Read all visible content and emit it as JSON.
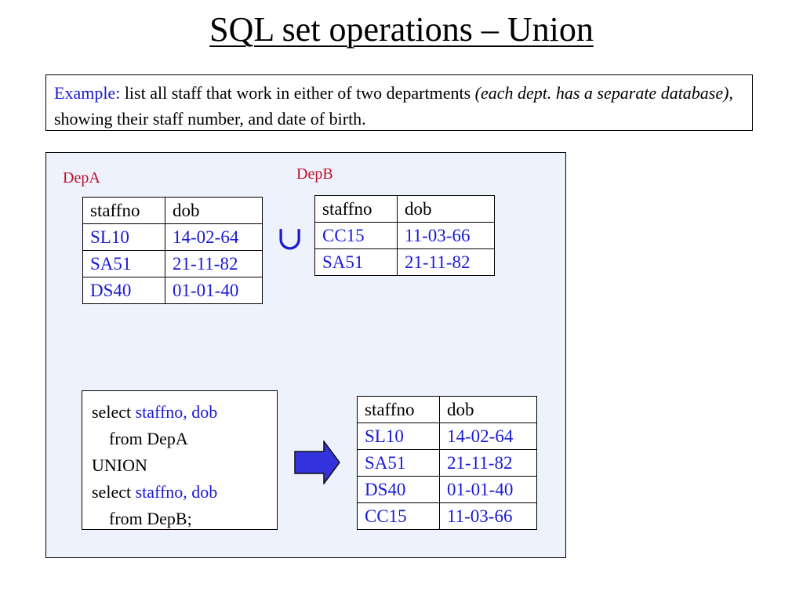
{
  "title": "SQL set operations – Union",
  "example": {
    "label": "Example:",
    "text_1": " list all staff that work in either of two departments ",
    "italic": "(each dept. has a separate database),",
    "text_2": " showing their staff number, and date of birth."
  },
  "depA": {
    "label": "DepA",
    "headers": [
      "staffno",
      "dob"
    ],
    "rows": [
      [
        "SL10",
        "14-02-64"
      ],
      [
        "SA51",
        "21-11-82"
      ],
      [
        "DS40",
        "01-01-40"
      ]
    ]
  },
  "depB": {
    "label": "DepB",
    "headers": [
      "staffno",
      "dob"
    ],
    "rows": [
      [
        "CC15",
        "11-03-66"
      ],
      [
        "SA51",
        "21-11-82"
      ]
    ]
  },
  "union_symbol": "∪",
  "sql": {
    "line1_kw": "select ",
    "line1_cols": "staffno, dob",
    "line2": "from DepA",
    "line3": "UNION",
    "line4_kw": "select ",
    "line4_cols": "staffno, dob",
    "line5": "from DepB;"
  },
  "result": {
    "headers": [
      "staffno",
      "dob"
    ],
    "rows": [
      [
        "SL10",
        "14-02-64"
      ],
      [
        "SA51",
        "21-11-82"
      ],
      [
        "DS40",
        "01-01-40"
      ],
      [
        "CC15",
        "11-03-66"
      ]
    ]
  },
  "colors": {
    "accent_blue": "#1a1ad6",
    "label_red": "#c0102a",
    "panel_bg": "#eef2fc",
    "arrow_fill": "#3333dd"
  },
  "icons": {
    "arrow": "right-arrow-icon"
  }
}
